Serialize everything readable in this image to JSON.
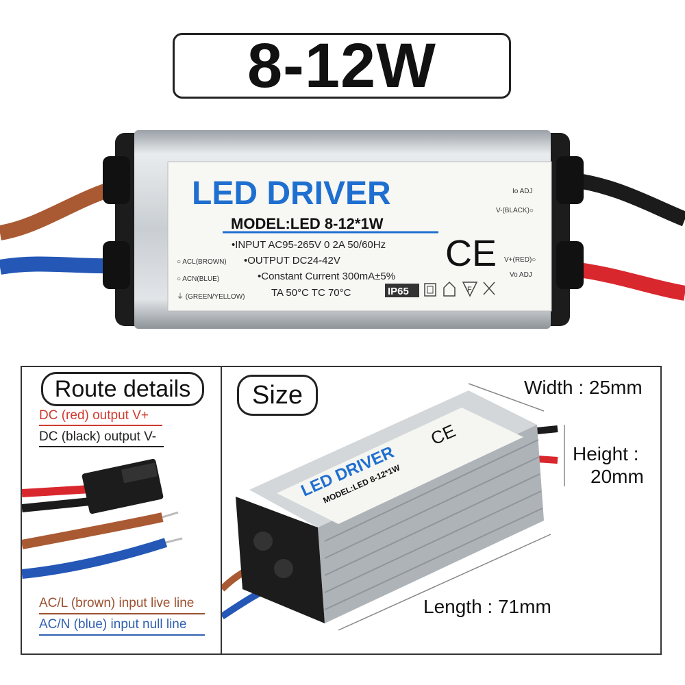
{
  "header": {
    "title": "8-12W"
  },
  "label": {
    "brand": "LED DRIVER",
    "model": "MODEL:LED 8-12*1W",
    "input": "•INPUT  AC95-265V  0  2A   50/60Hz",
    "output": "•OUTPUT  DC24-42V",
    "current": "•Constant Current   300mA±5%",
    "temps": "TA  50°C   TC  70°C",
    "ip_rating": "IP65",
    "ce_mark": "CE",
    "left_wires": [
      "○ ACL(BROWN)",
      "○ ACN(BLUE)",
      "⏚ (GREEN/YELLOW)"
    ],
    "right_wires": [
      "Io ADJ",
      "V-(BLACK)○",
      "V+(RED)○",
      "Vo ADJ"
    ]
  },
  "route": {
    "title": "Route details",
    "dc_red": "DC (red) output V+",
    "dc_black": "DC (black) output V-",
    "ac_brown": "AC/L (brown) input live line",
    "ac_blue": "AC/N (blue) input null line"
  },
  "size": {
    "title": "Size",
    "width": "Width : 25mm",
    "height_line1": "Height :",
    "height_line2": "20mm",
    "length": "Length : 71mm"
  },
  "colors": {
    "label_blue": "#1f6fd0",
    "wire_red": "#d9272e",
    "wire_brown": "#a95a33",
    "wire_blue": "#2457b6",
    "wire_black": "#1b1b1b",
    "text_red": "#d03a2f",
    "text_brown": "#9c5130",
    "text_blue": "#2f5fae"
  }
}
